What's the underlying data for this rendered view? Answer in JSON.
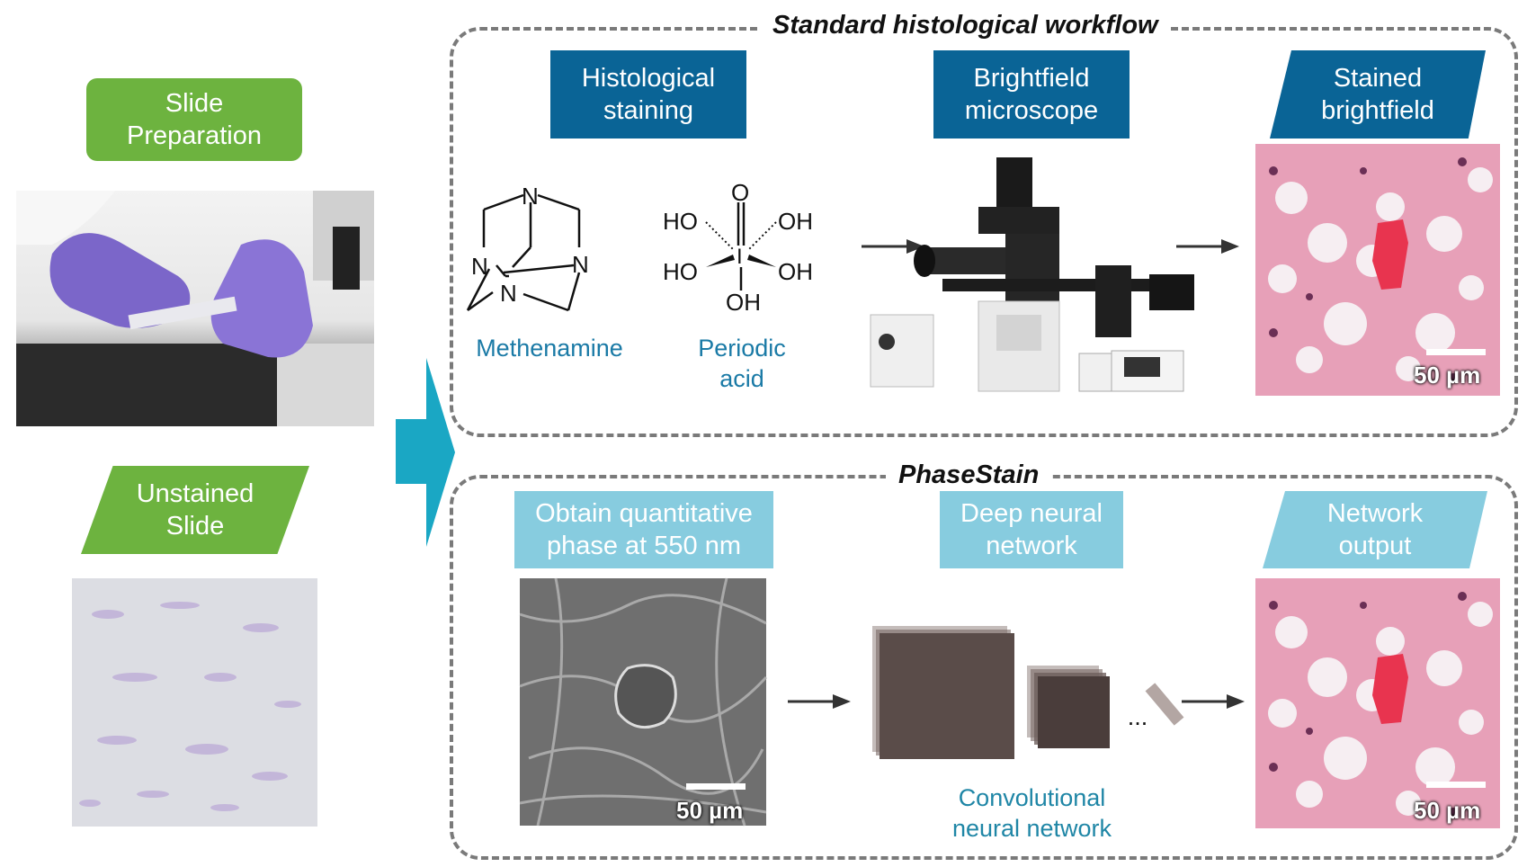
{
  "left": {
    "slide_preparation": "Slide\nPreparation",
    "unstained_slide": "Unstained\nSlide"
  },
  "standard": {
    "title": "Standard histological workflow",
    "histological_staining": "Histological\nstaining",
    "brightfield_microscope": "Brightfield\nmicroscope",
    "stained_brightfield": "Stained\nbrightfield",
    "methenamine_label": "Methenamine",
    "periodic_acid_label": "Periodic\nacid",
    "methenamine_atoms": [
      "N",
      "N",
      "N",
      "N"
    ],
    "periodic_atoms": [
      "O",
      "HO",
      "OH",
      "HO",
      "OH",
      "OH",
      "I"
    ],
    "scalebar": "50 µm"
  },
  "phasestain": {
    "title": "PhaseStain",
    "obtain_phase": "Obtain quantitative\nphase at 550 nm",
    "deep_neural_network": "Deep neural\nnetwork",
    "network_output": "Network\noutput",
    "cnn_label": "Convolutional\nneural network",
    "ellipsis": "...",
    "scalebar_phase": "50 µm",
    "scalebar_output": "50 µm"
  },
  "colors": {
    "green": "#6db33f",
    "dark_blue": "#0a6496",
    "light_blue": "#87ccdf",
    "arrow_cyan": "#1aa7c4",
    "he_pink": "#e7a0b8",
    "he_red": "#e8344f"
  }
}
